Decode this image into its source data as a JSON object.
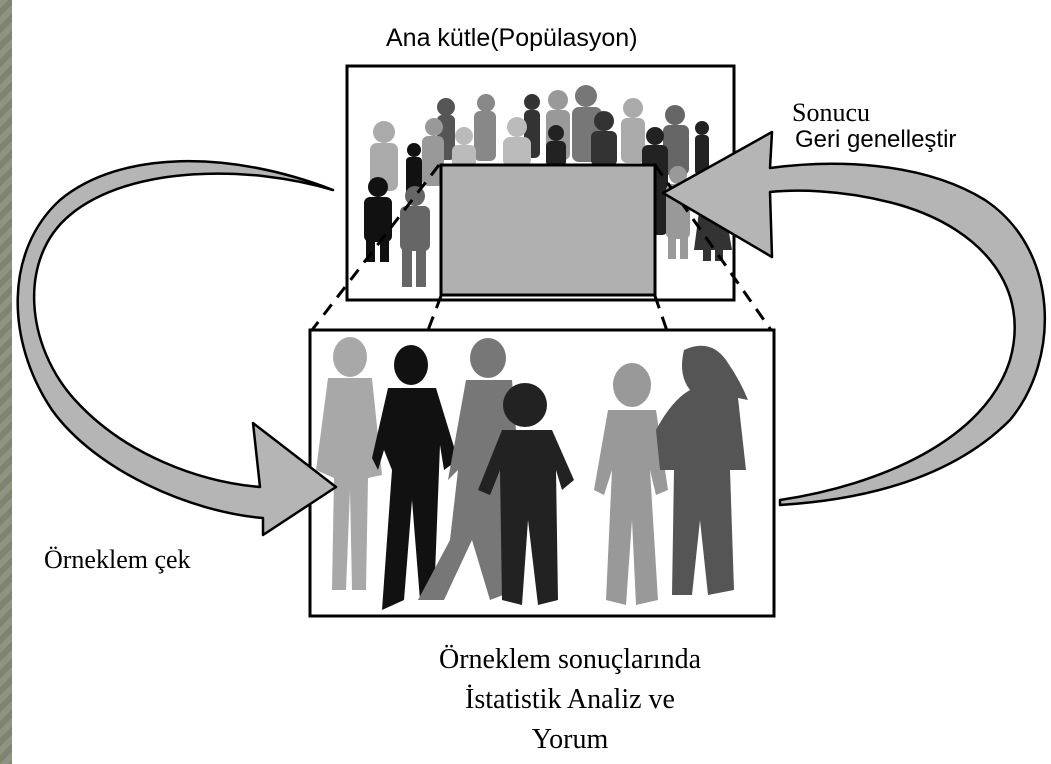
{
  "diagram": {
    "population_label": "Ana kütle(Popülasyon)",
    "generalize_line1": "Sonucu",
    "generalize_line2": "Geri genelleştir",
    "sample_draw_label": "Örneklem çek",
    "analysis_line1": "Örneklem sonuçlarında",
    "analysis_line2": "İstatistik Analiz ve",
    "analysis_line3": "Yorum"
  },
  "colors": {
    "arrow_fill": "#b5b5b5",
    "sample_box_fill": "#b0b0b0",
    "figure_dark": "#111111",
    "figure_mid": "#666666",
    "figure_light": "#a8a8a8",
    "outer_frame": "#8a8f7c"
  }
}
